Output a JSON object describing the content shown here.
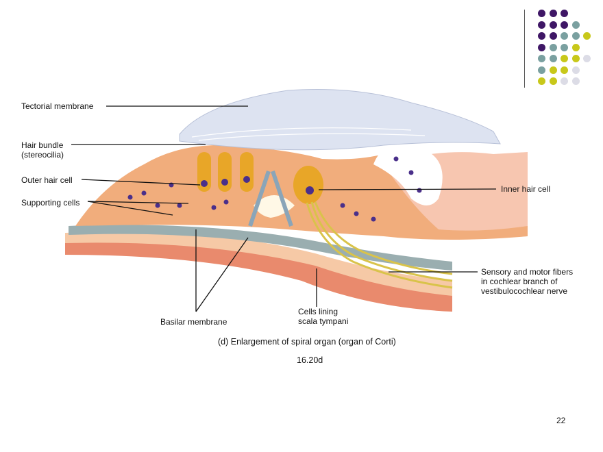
{
  "labels": {
    "tectorial_membrane": "Tectorial membrane",
    "hair_bundle": "Hair bundle\n(stereocilia)",
    "outer_hair_cell": "Outer hair cell",
    "supporting_cells": "Supporting cells",
    "inner_hair_cell": "Inner hair cell",
    "sensory_motor_fibers": "Sensory and motor fibers\nin cochlear branch of\nvestibulocochlear nerve",
    "cells_lining": "Cells lining\nscala tympani",
    "basilar_membrane": "Basilar membrane"
  },
  "caption": "(d) Enlargement of spiral organ (organ of Corti)",
  "figure_number": "16.20d",
  "page_number": "22",
  "colors": {
    "purple": "#3f1766",
    "teal": "#7aa0a0",
    "yellowgreen": "#c8c81a",
    "lavender": "#dcdce6",
    "tissue": "#f1ad7c",
    "membrane": "#d9dfee",
    "hair_cell": "#e8a628",
    "nucleus": "#4a2f8a"
  },
  "dot_pattern": [
    [
      "purple",
      "purple",
      "purple"
    ],
    [
      "purple",
      "purple",
      "purple",
      "teal"
    ],
    [
      "purple",
      "purple",
      "teal",
      "teal",
      "yellowgreen"
    ],
    [
      "purple",
      "teal",
      "teal",
      "yellowgreen"
    ],
    [
      "teal",
      "teal",
      "yellowgreen",
      "yellowgreen",
      "lavender"
    ],
    [
      "teal",
      "yellowgreen",
      "yellowgreen",
      "lavender"
    ],
    [
      "yellowgreen",
      "yellowgreen",
      "lavender",
      "lavender"
    ]
  ]
}
